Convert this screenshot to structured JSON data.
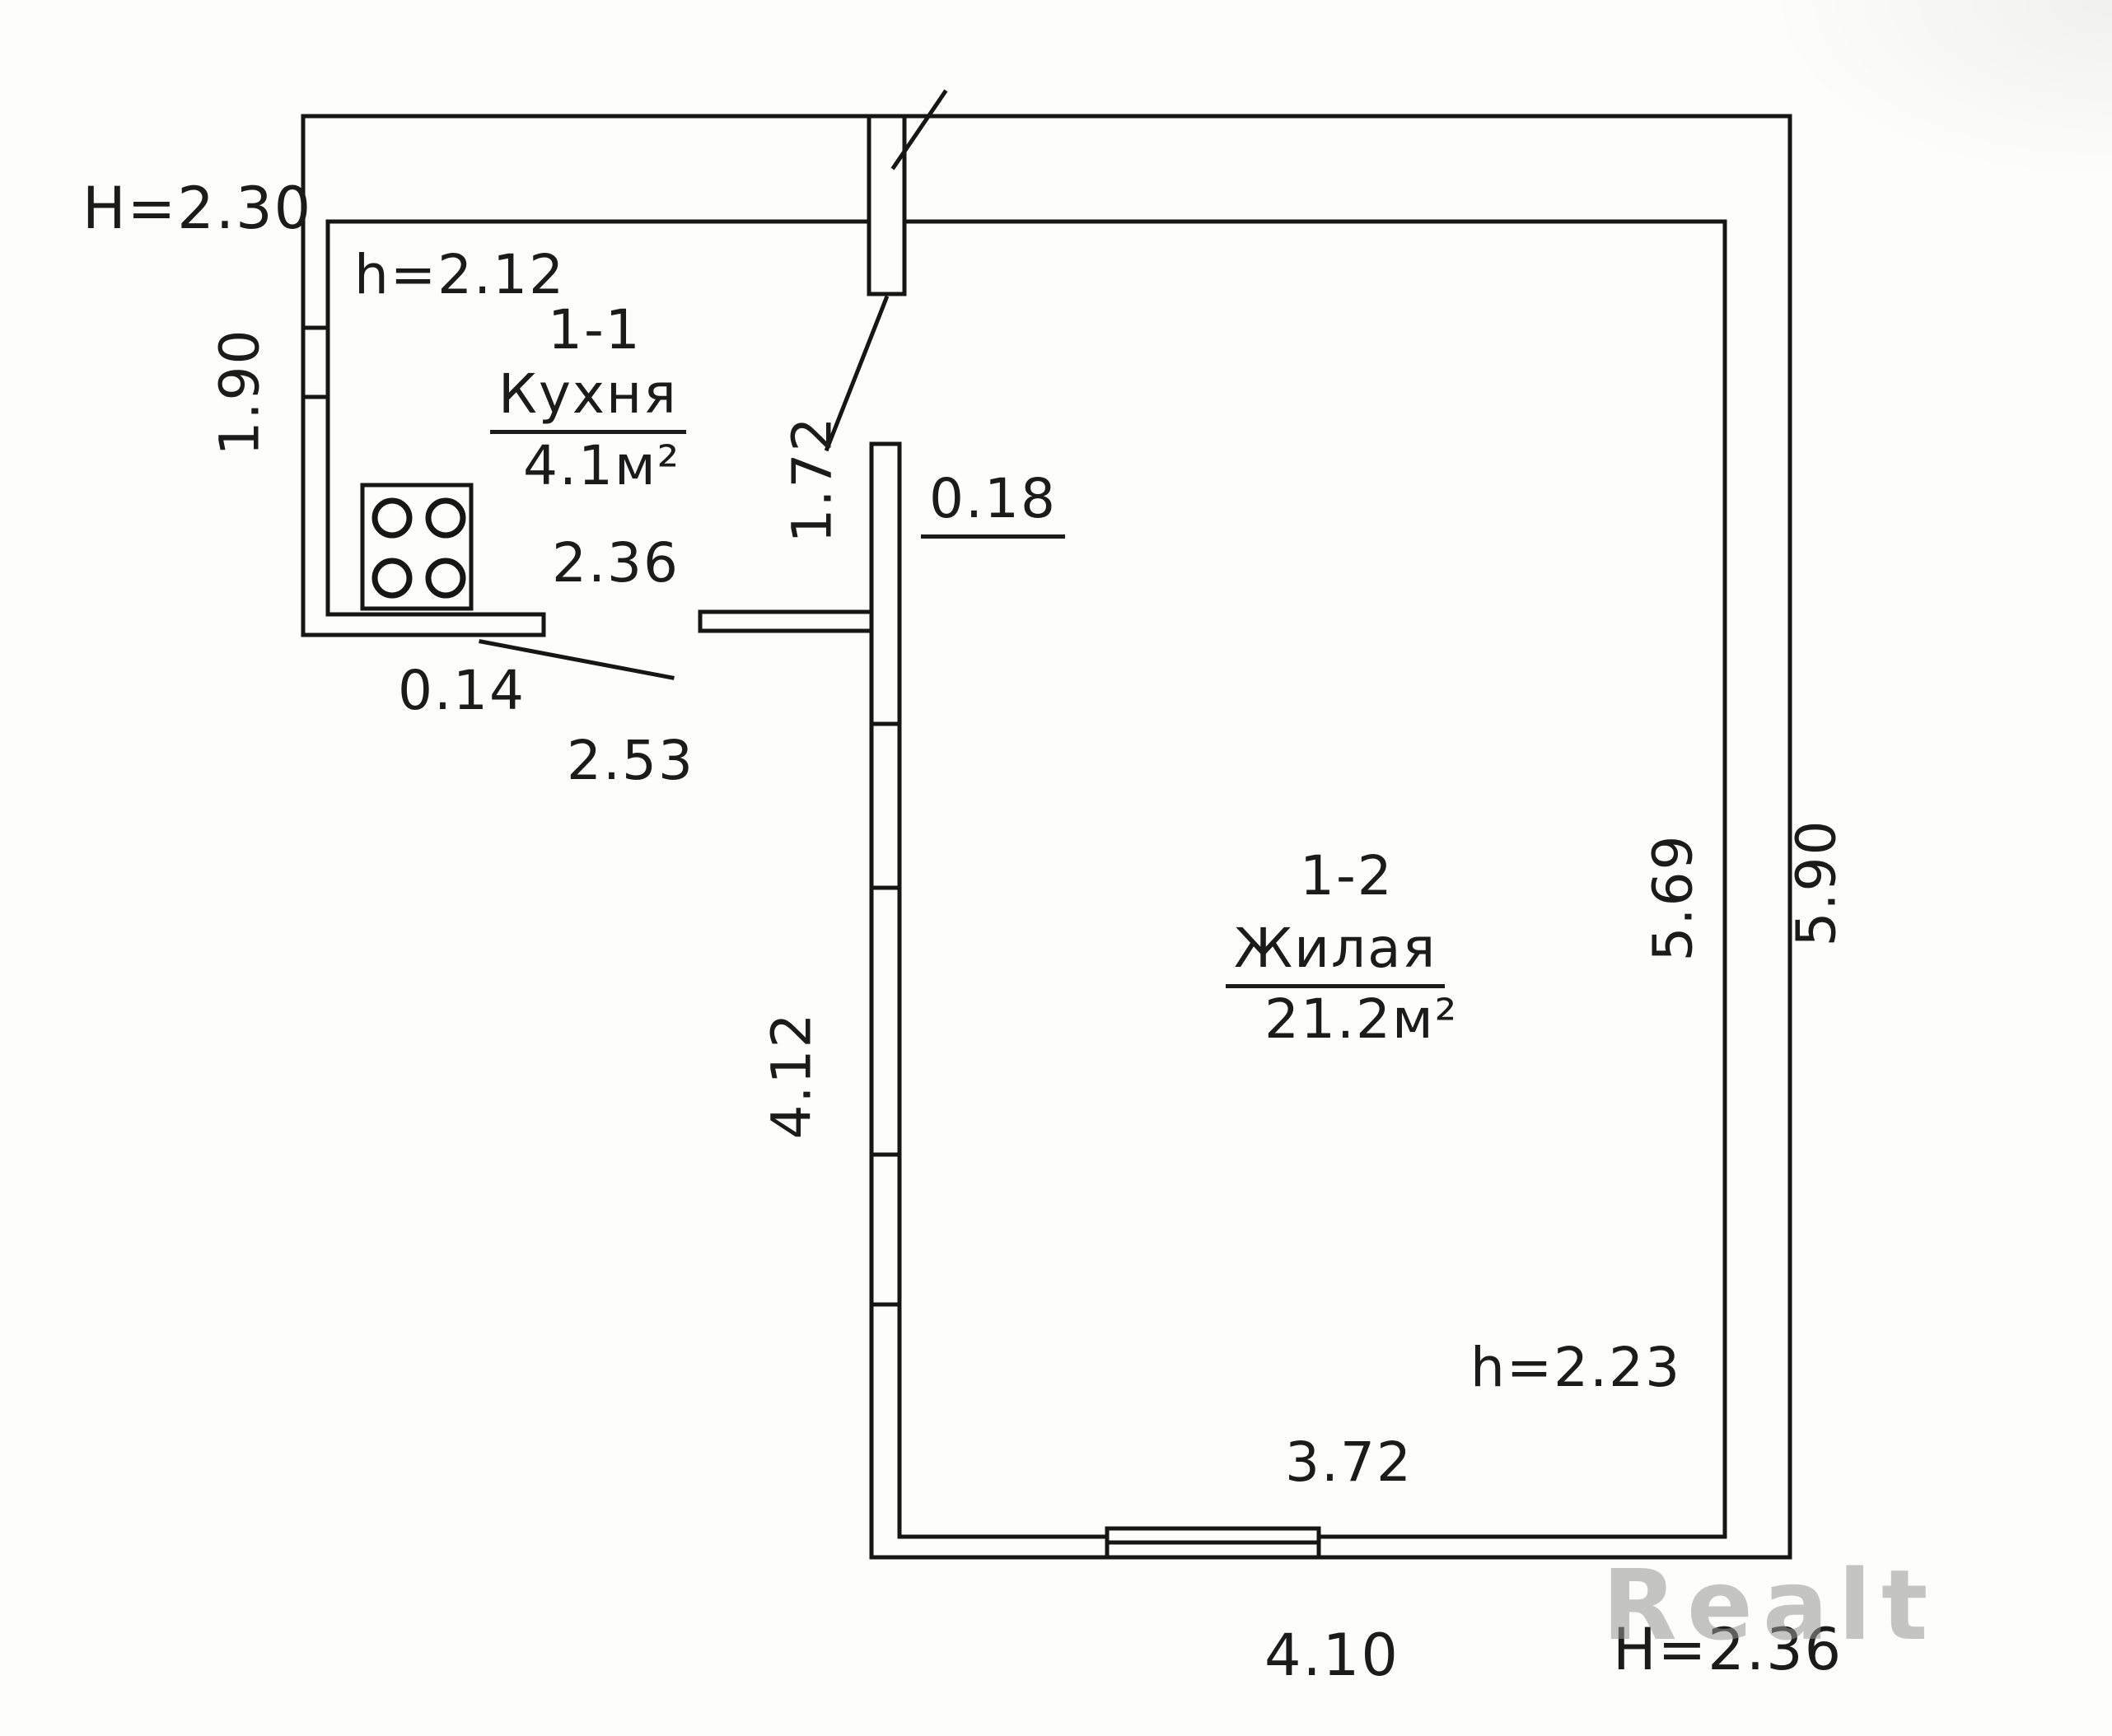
{
  "watermark": "Realt",
  "rooms": {
    "kitchen": {
      "number": "1-1",
      "name": "Кухня",
      "area": "4.1м²"
    },
    "living": {
      "number": "1-2",
      "name": "Жилая",
      "area": "21.2м²"
    }
  },
  "dims": {
    "ceiling_top": "H=2.30",
    "ceiling_kitchen": "h=2.12",
    "kitchen_left_side": "1.90",
    "kitchen_width": "2.36",
    "kitchen_depth": "1.72",
    "wall_thickness": "0.18",
    "door_jamb": "0.14",
    "hall_width": "2.53",
    "living_inner_height": "5.69",
    "outer_height": "5.90",
    "living_left_side": "4.12",
    "ceiling_living": "h=2.23",
    "living_inner_width": "3.72",
    "outer_width": "4.10",
    "ceiling_bottom": "H=2.36"
  }
}
